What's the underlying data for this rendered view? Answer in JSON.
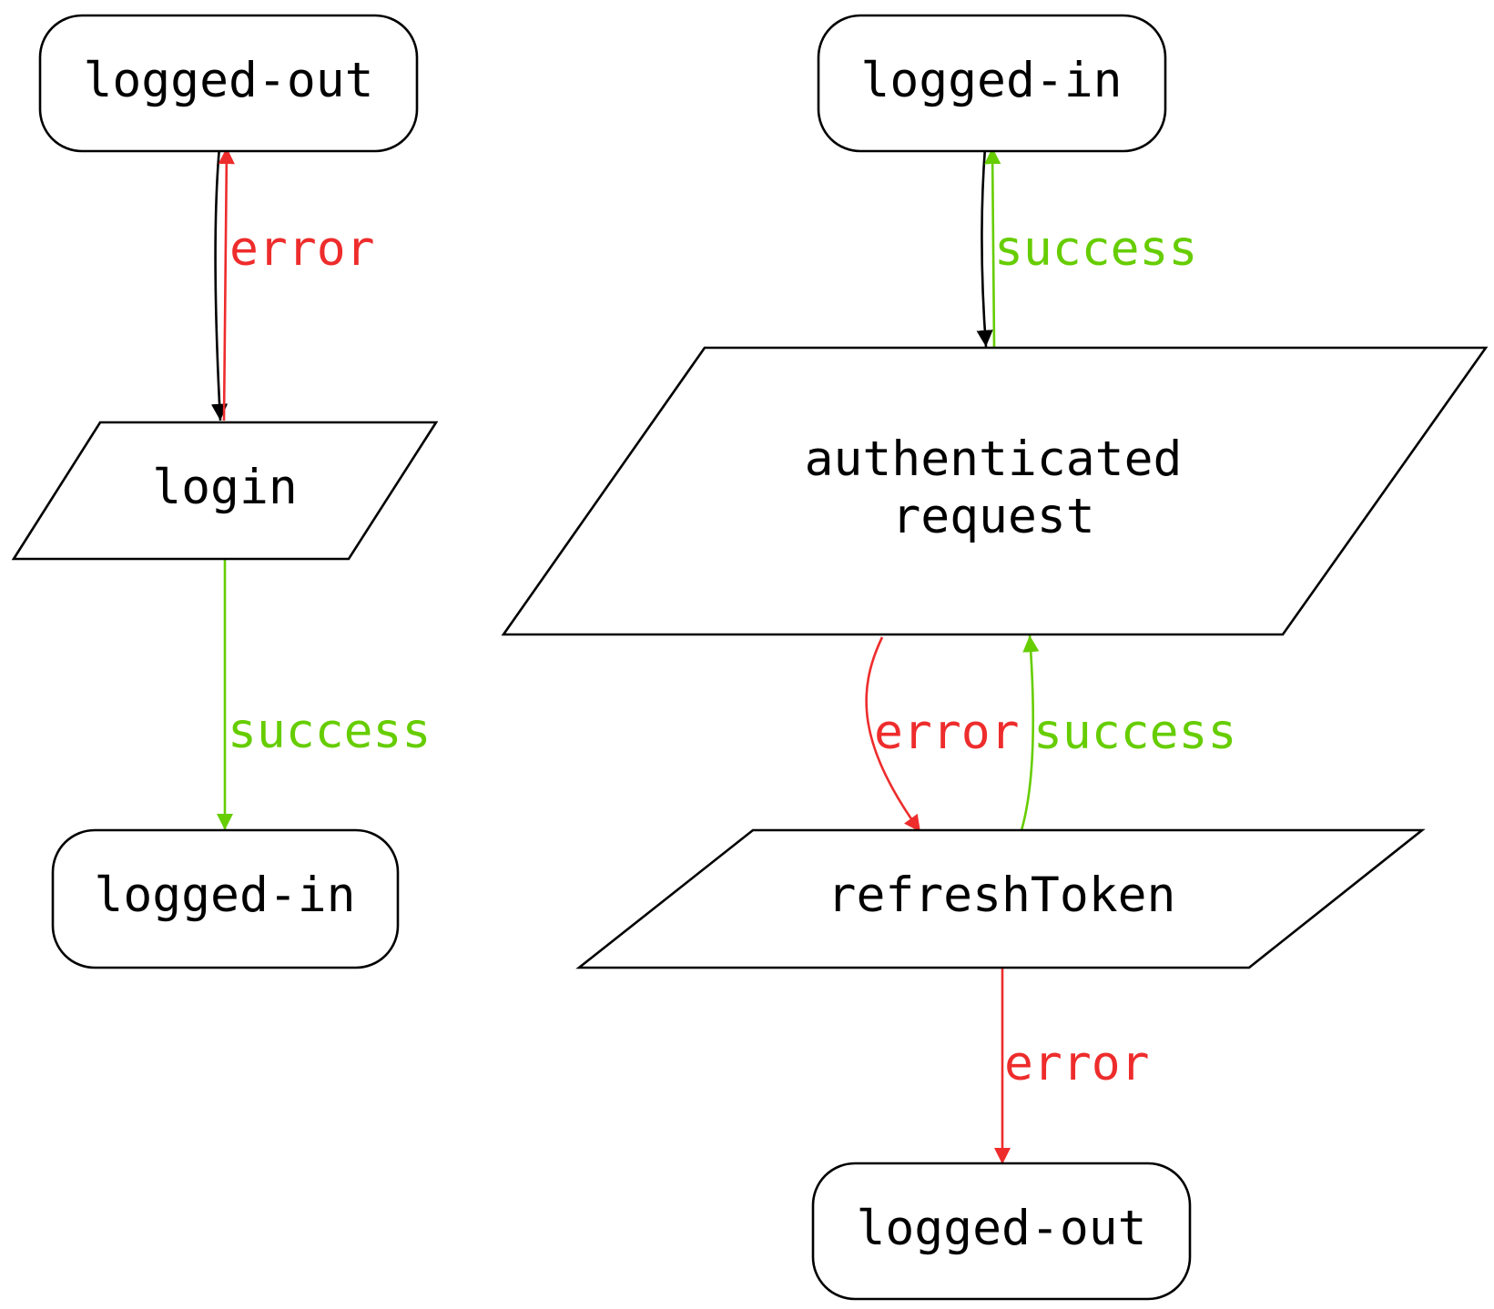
{
  "diagram": {
    "colors": {
      "default": "#000000",
      "error": "#ee2c2c",
      "success": "#66cd00"
    },
    "nodes": {
      "logged_out_1": "logged-out",
      "login": "login",
      "logged_in_1": "logged-in",
      "logged_in_2": "logged-in",
      "authenticated_request": [
        "authenticated",
        "request"
      ],
      "refresh_token": "refreshToken",
      "logged_out_2": "logged-out"
    },
    "edges": {
      "logged_out_to_login": {
        "from": "logged-out",
        "to": "login",
        "label": ""
      },
      "login_error": {
        "from": "login",
        "to": "logged-out",
        "label": "error",
        "status": "error"
      },
      "login_success": {
        "from": "login",
        "to": "logged-in",
        "label": "success",
        "status": "success"
      },
      "logged_in_to_request": {
        "from": "logged-in",
        "to": "authenticated request",
        "label": ""
      },
      "request_success": {
        "from": "authenticated request",
        "to": "logged-in",
        "label": "success",
        "status": "success"
      },
      "request_error": {
        "from": "authenticated request",
        "to": "refreshToken",
        "label": "error",
        "status": "error"
      },
      "refresh_success": {
        "from": "refreshToken",
        "to": "authenticated request",
        "label": "success",
        "status": "success"
      },
      "refresh_error": {
        "from": "refreshToken",
        "to": "logged-out",
        "label": "error",
        "status": "error"
      }
    }
  }
}
